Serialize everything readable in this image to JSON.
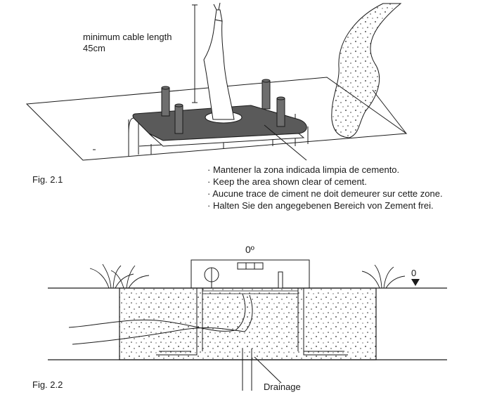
{
  "fig1": {
    "caption": "Fig. 2.1",
    "cable_label_line1": "minimum cable length",
    "cable_label_line2": "45cm",
    "notes": [
      "· Mantener la zona indicada limpia de cemento.",
      "· Keep the area shown clear of cement.",
      "· Aucune trace de ciment ne doit demeurer sur cette zone.",
      "· Halten Sie den angegebenen Bereich von Zement frei."
    ]
  },
  "fig2": {
    "caption": "Fig. 2.2",
    "level_label": "0º",
    "ground_ref_label": "0",
    "drainage_label": "Drainage"
  },
  "colors": {
    "line": "#1a1a1a",
    "plate": "#5a5a5a",
    "post": "#6e6e6e"
  }
}
